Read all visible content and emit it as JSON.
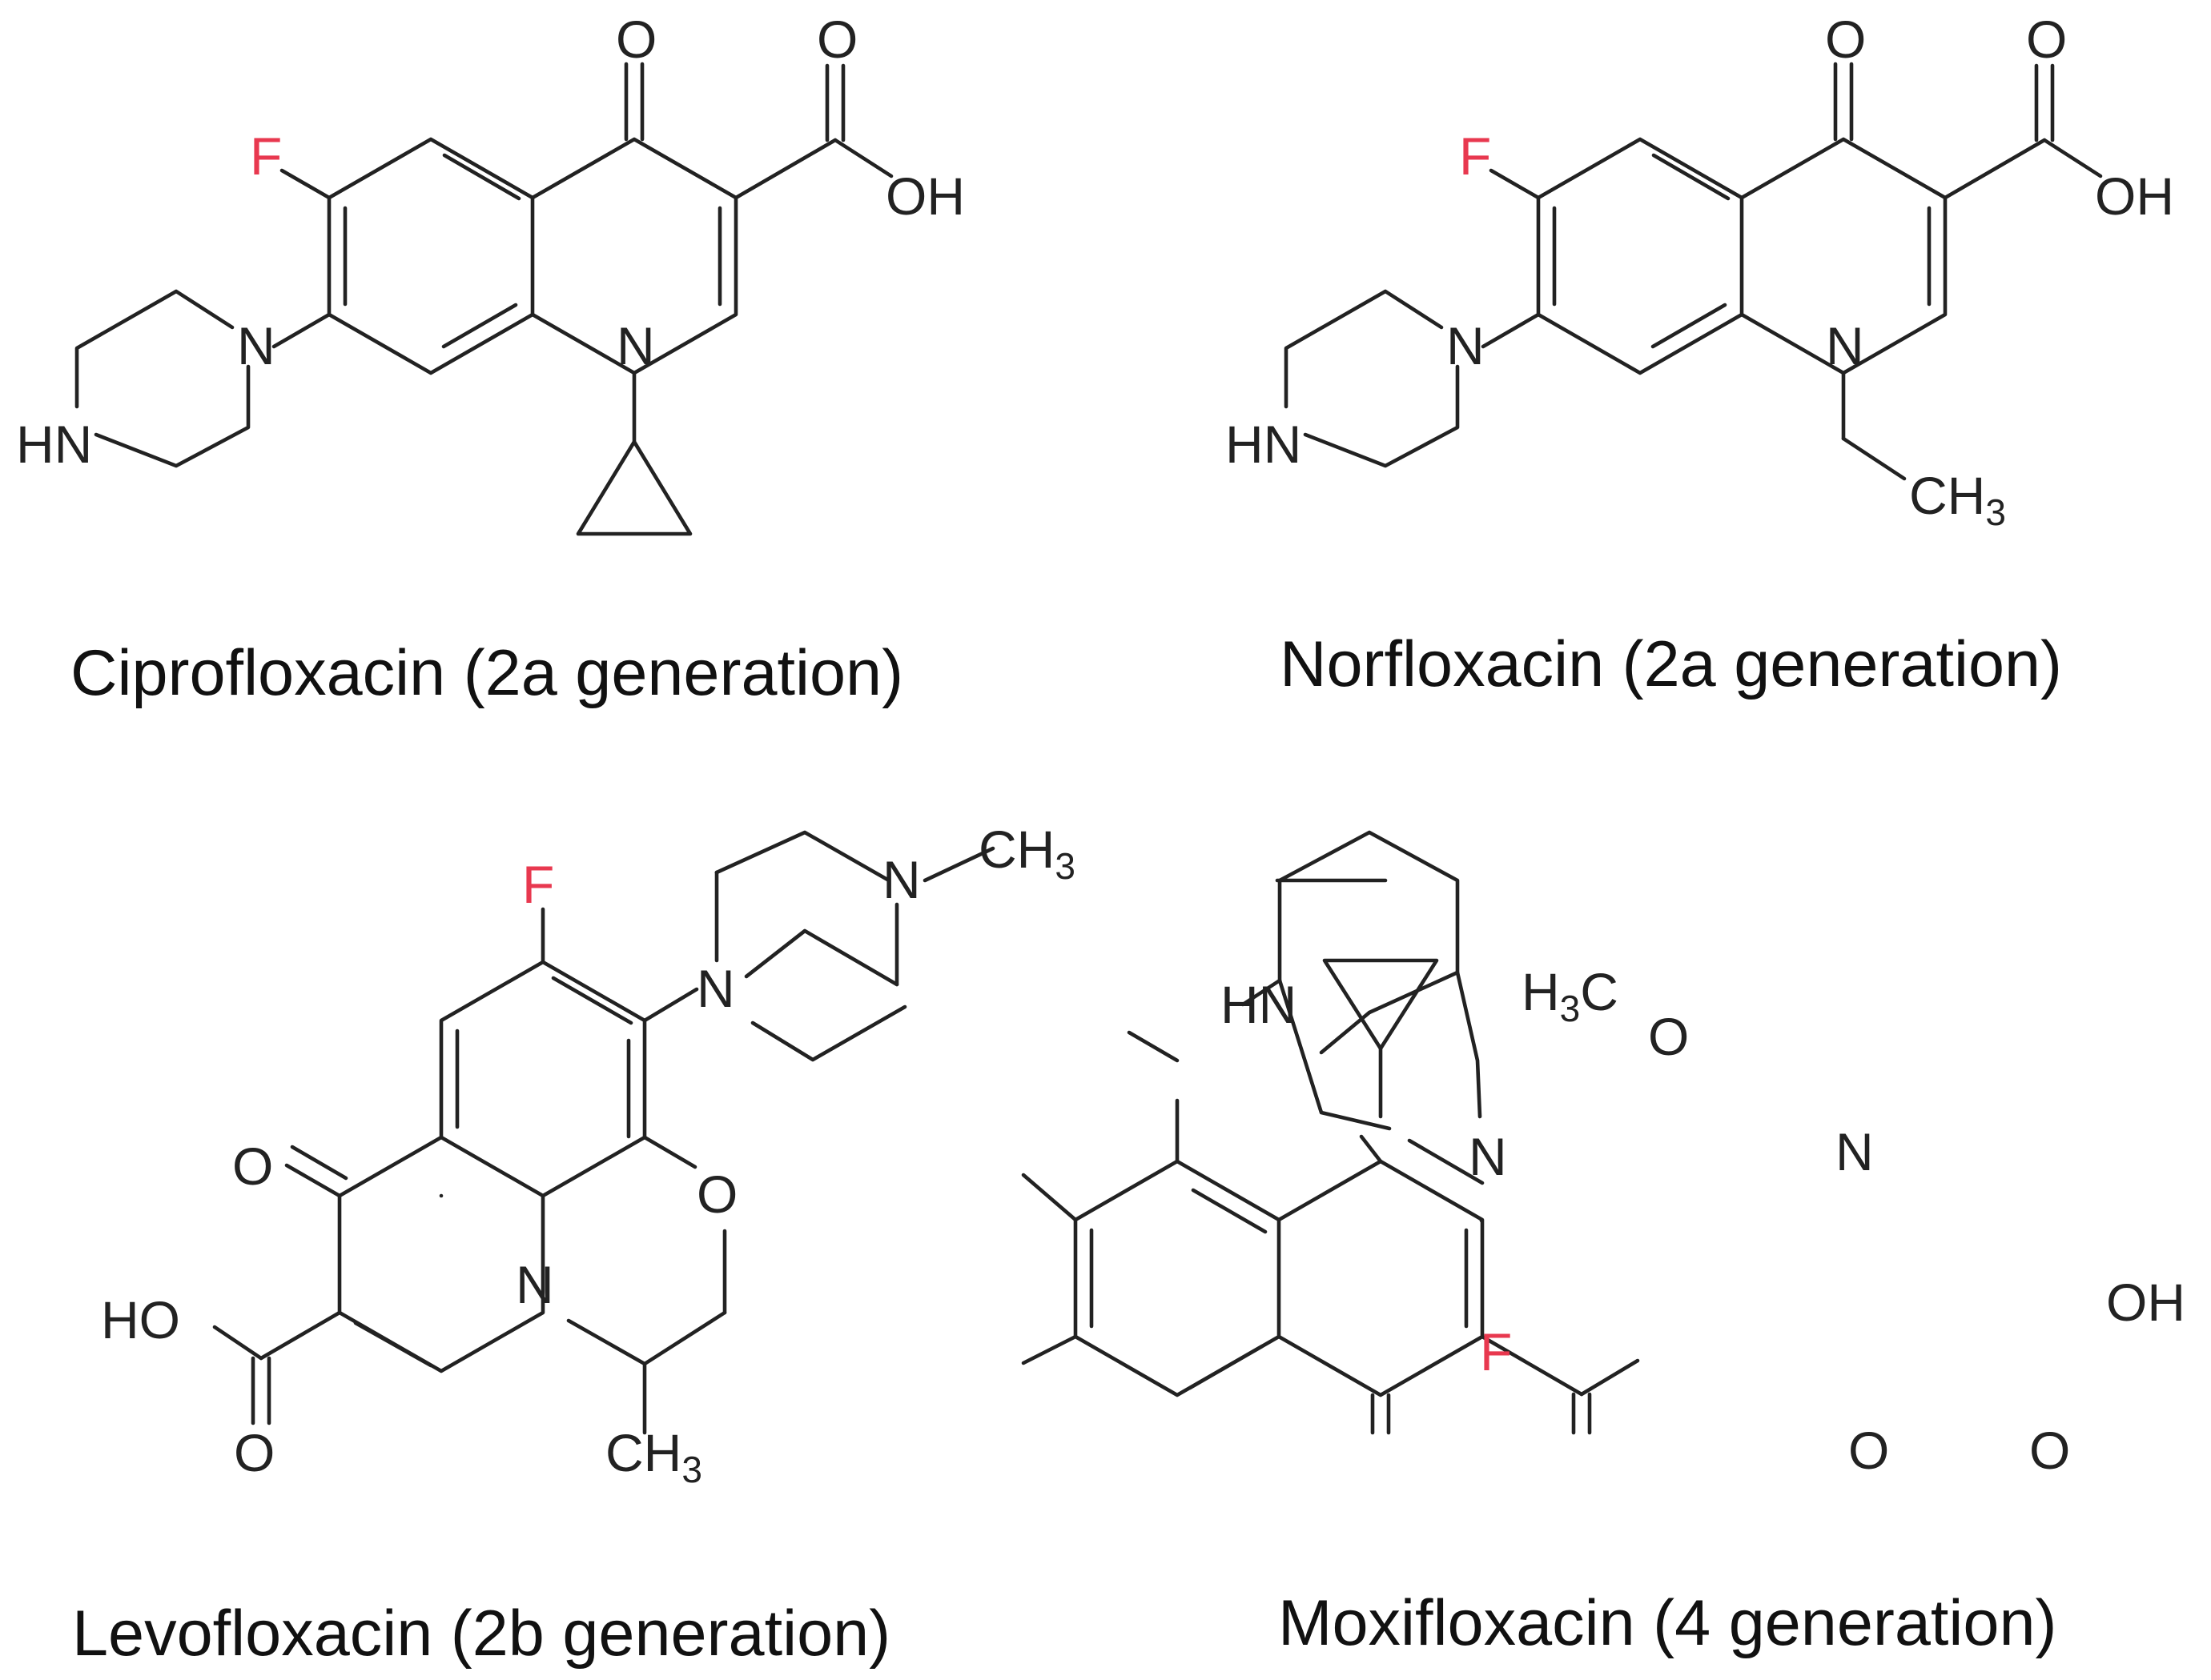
{
  "colors": {
    "bond": "#222222",
    "fluorine": "#e8384f",
    "text": "#111111",
    "background": "#ffffff"
  },
  "atoms": {
    "F": "F",
    "O": "O",
    "OH": "OH",
    "HO": "HO",
    "N": "N",
    "HN": "HN",
    "C": "C",
    "H": "H",
    "three": "3"
  },
  "compounds": [
    {
      "name": "ciprofloxacin",
      "caption": "Ciprofloxacin (2a generation)"
    },
    {
      "name": "norfloxacin",
      "caption": "Norfloxacin (2a generation)"
    },
    {
      "name": "levofloxacin",
      "caption": "Levofloxacin (2b generation)"
    },
    {
      "name": "moxifloxacin",
      "caption": "Moxifloxacin (4 generation)"
    }
  ]
}
